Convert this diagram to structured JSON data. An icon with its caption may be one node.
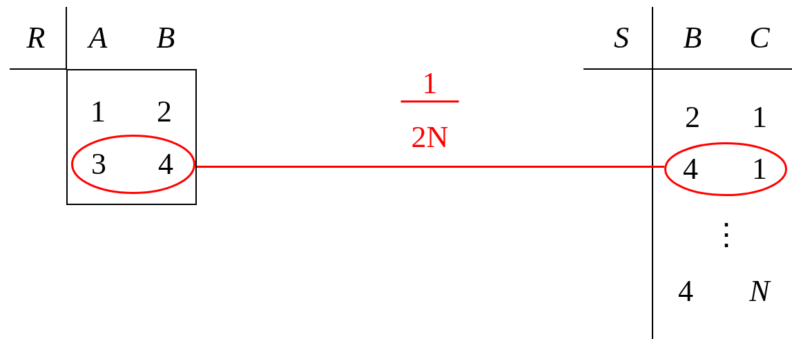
{
  "diagram": {
    "nodes": [
      {
        "text": [],
        "shape": "box"
      },
      {
        "text": [
          "3",
          "4"
        ],
        "in": 0
      },
      {
        "text": [
          "4",
          "1"
        ]
      }
    ],
    "edges": [
      {
        "from": 1,
        "to": 2,
        "arrow": "none",
        "label": "1 2N",
        "color": "#ff0000"
      }
    ],
    "labels": [
      "R",
      "A",
      "B",
      "S",
      "B",
      "C",
      "1",
      "2",
      "2",
      "1",
      "⋮",
      "4",
      "N"
    ]
  }
}
